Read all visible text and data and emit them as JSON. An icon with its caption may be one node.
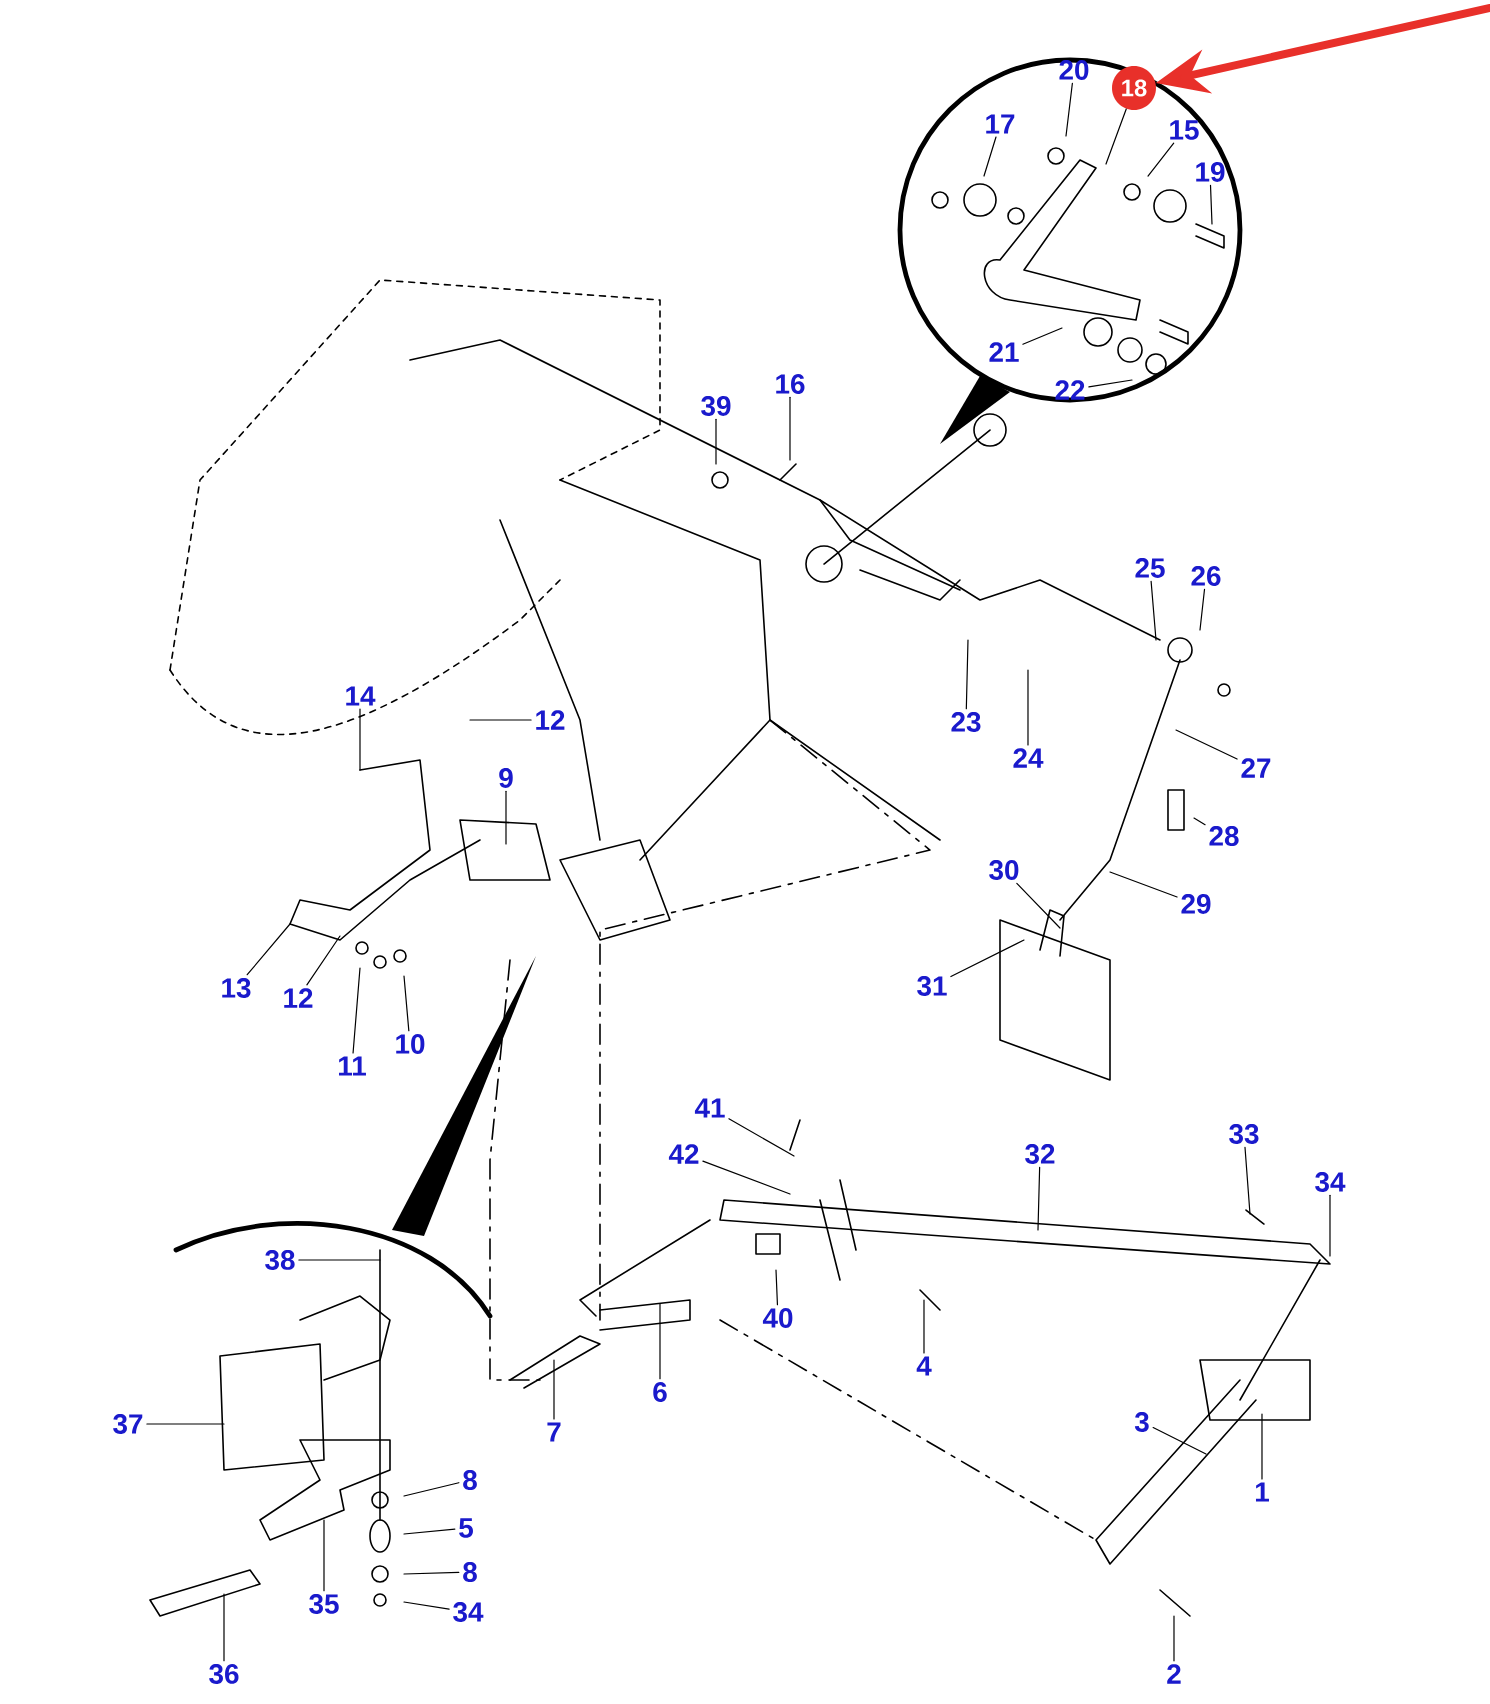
{
  "diagram": {
    "nodes": [
      {
        "text": [
          "20"
        ]
      },
      {
        "text": [
          "18"
        ]
      },
      {
        "text": [
          "17"
        ]
      },
      {
        "text": [
          "15"
        ]
      },
      {
        "text": [
          "19"
        ]
      },
      {
        "text": [
          "21"
        ]
      },
      {
        "text": [
          "22"
        ]
      },
      {
        "text": [
          "16"
        ]
      },
      {
        "text": [
          "39"
        ]
      },
      {
        "text": [
          "25"
        ]
      },
      {
        "text": [
          "26"
        ]
      },
      {
        "text": [
          "23"
        ]
      },
      {
        "text": [
          "24"
        ]
      },
      {
        "text": [
          "27"
        ]
      },
      {
        "text": [
          "28"
        ]
      },
      {
        "text": [
          "29"
        ]
      },
      {
        "text": [
          "30"
        ]
      },
      {
        "text": [
          "31"
        ]
      },
      {
        "text": [
          "14"
        ]
      },
      {
        "text": [
          "12"
        ]
      },
      {
        "text": [
          "9"
        ]
      },
      {
        "text": [
          "13"
        ]
      },
      {
        "text": [
          "12"
        ]
      },
      {
        "text": [
          "11"
        ]
      },
      {
        "text": [
          "10"
        ]
      },
      {
        "text": [
          "41"
        ]
      },
      {
        "text": [
          "42"
        ]
      },
      {
        "text": [
          "32"
        ]
      },
      {
        "text": [
          "33"
        ]
      },
      {
        "text": [
          "34"
        ]
      },
      {
        "text": [
          "40"
        ]
      },
      {
        "text": [
          "4"
        ]
      },
      {
        "text": [
          "38"
        ]
      },
      {
        "text": [
          "7"
        ]
      },
      {
        "text": [
          "6"
        ]
      },
      {
        "text": [
          "37"
        ]
      },
      {
        "text": [
          "3"
        ]
      },
      {
        "text": [
          "1"
        ]
      },
      {
        "text": [
          "8"
        ]
      },
      {
        "text": [
          "5"
        ]
      },
      {
        "text": [
          "8"
        ]
      },
      {
        "text": [
          "34"
        ]
      },
      {
        "text": [
          "35"
        ]
      },
      {
        "text": [
          "36"
        ]
      },
      {
        "text": [
          "2"
        ]
      }
    ],
    "edges": [
      {
        "from": 0,
        "to": null,
        "arrow": "none"
      },
      {
        "from": 1,
        "to": null,
        "arrow": "none"
      },
      {
        "from": 2,
        "to": null,
        "arrow": "none"
      },
      {
        "from": 3,
        "to": null,
        "arrow": "none"
      },
      {
        "from": 4,
        "to": null,
        "arrow": "none"
      },
      {
        "from": 5,
        "to": null,
        "arrow": "none"
      },
      {
        "from": 6,
        "to": null,
        "arrow": "none"
      },
      {
        "from": 7,
        "to": null,
        "arrow": "none"
      },
      {
        "from": 8,
        "to": null,
        "arrow": "none"
      },
      {
        "from": 9,
        "to": null,
        "arrow": "none"
      },
      {
        "from": 10,
        "to": null,
        "arrow": "none"
      },
      {
        "from": 11,
        "to": null,
        "arrow": "none"
      },
      {
        "from": 12,
        "to": null,
        "arrow": "none"
      },
      {
        "from": 13,
        "to": null,
        "arrow": "none"
      },
      {
        "from": 14,
        "to": null,
        "arrow": "none"
      },
      {
        "from": 15,
        "to": null,
        "arrow": "none"
      },
      {
        "from": 16,
        "to": null,
        "arrow": "none"
      },
      {
        "from": 17,
        "to": null,
        "arrow": "none"
      },
      {
        "from": 18,
        "to": null,
        "arrow": "none"
      },
      {
        "from": 19,
        "to": null,
        "arrow": "none"
      },
      {
        "from": 20,
        "to": null,
        "arrow": "none"
      },
      {
        "from": 21,
        "to": null,
        "arrow": "none"
      },
      {
        "from": 22,
        "to": null,
        "arrow": "none"
      },
      {
        "from": 23,
        "to": null,
        "arrow": "none"
      },
      {
        "from": 24,
        "to": null,
        "arrow": "none"
      },
      {
        "from": 25,
        "to": null,
        "arrow": "none"
      },
      {
        "from": 26,
        "to": null,
        "arrow": "none"
      },
      {
        "from": 27,
        "to": null,
        "arrow": "none"
      },
      {
        "from": 28,
        "to": null,
        "arrow": "none"
      },
      {
        "from": 29,
        "to": null,
        "arrow": "none"
      },
      {
        "from": 30,
        "to": null,
        "arrow": "none"
      },
      {
        "from": 31,
        "to": null,
        "arrow": "none"
      },
      {
        "from": 32,
        "to": null,
        "arrow": "none"
      },
      {
        "from": 33,
        "to": null,
        "arrow": "none"
      },
      {
        "from": 34,
        "to": null,
        "arrow": "none"
      },
      {
        "from": 35,
        "to": null,
        "arrow": "none"
      },
      {
        "from": 36,
        "to": null,
        "arrow": "none"
      },
      {
        "from": 37,
        "to": null,
        "arrow": "none"
      },
      {
        "from": 38,
        "to": null,
        "arrow": "none"
      },
      {
        "from": 39,
        "to": null,
        "arrow": "none"
      },
      {
        "from": 40,
        "to": null,
        "arrow": "none"
      },
      {
        "from": 41,
        "to": null,
        "arrow": "none"
      },
      {
        "from": 42,
        "to": null,
        "arrow": "none"
      },
      {
        "from": 43,
        "to": null,
        "arrow": "none"
      },
      {
        "from": 44,
        "to": null,
        "arrow": "none"
      },
      {
        "from": null,
        "to": 1,
        "arrow": "to",
        "style": "thick",
        "color": "#e8302a"
      }
    ]
  }
}
